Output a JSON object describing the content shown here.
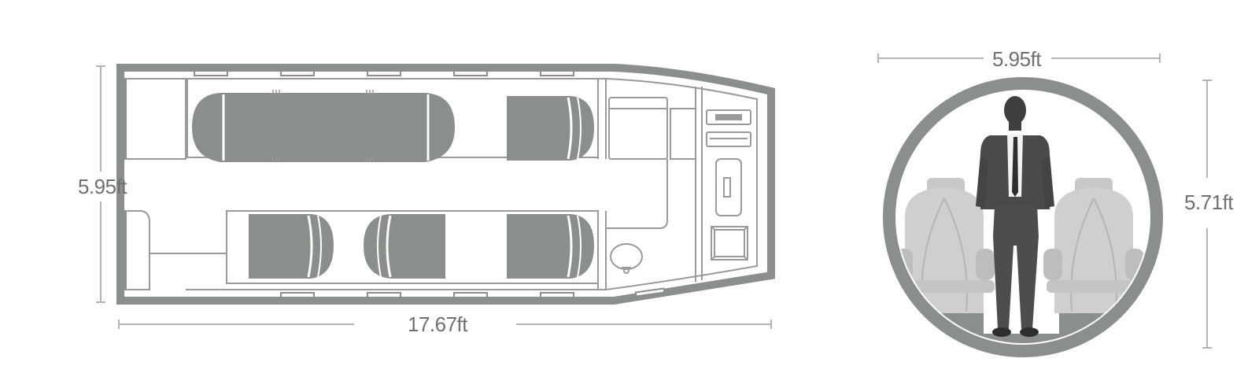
{
  "floorplan": {
    "width_label": "5.95ft",
    "length_label": "17.67ft"
  },
  "cross_section": {
    "width_label": "5.95ft",
    "height_label": "5.71ft"
  },
  "colors": {
    "fuselage": "#8a8f8c",
    "seat": "#8a8f8c",
    "outline": "#9a9a9a",
    "dimension_line": "#b5b5b5",
    "dimension_text": "#707070",
    "passenger_seat_light": "#c8c8c8",
    "silhouette": "#4a4a4a"
  }
}
